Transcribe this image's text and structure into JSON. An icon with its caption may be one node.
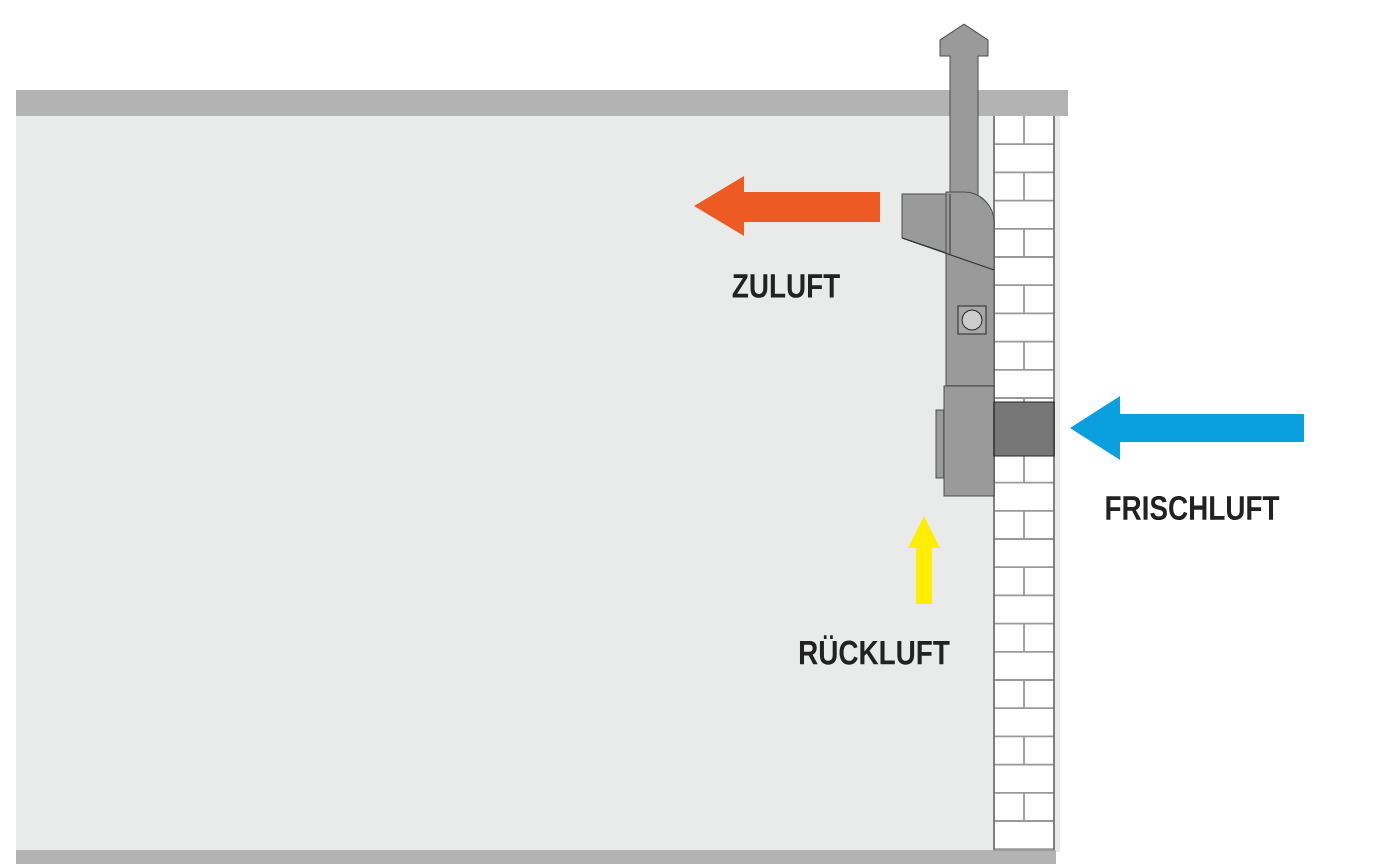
{
  "diagram": {
    "labels": [
      "ZULUFT",
      "FRISCHLUFT",
      "RÜCKLUFT"
    ]
  }
}
